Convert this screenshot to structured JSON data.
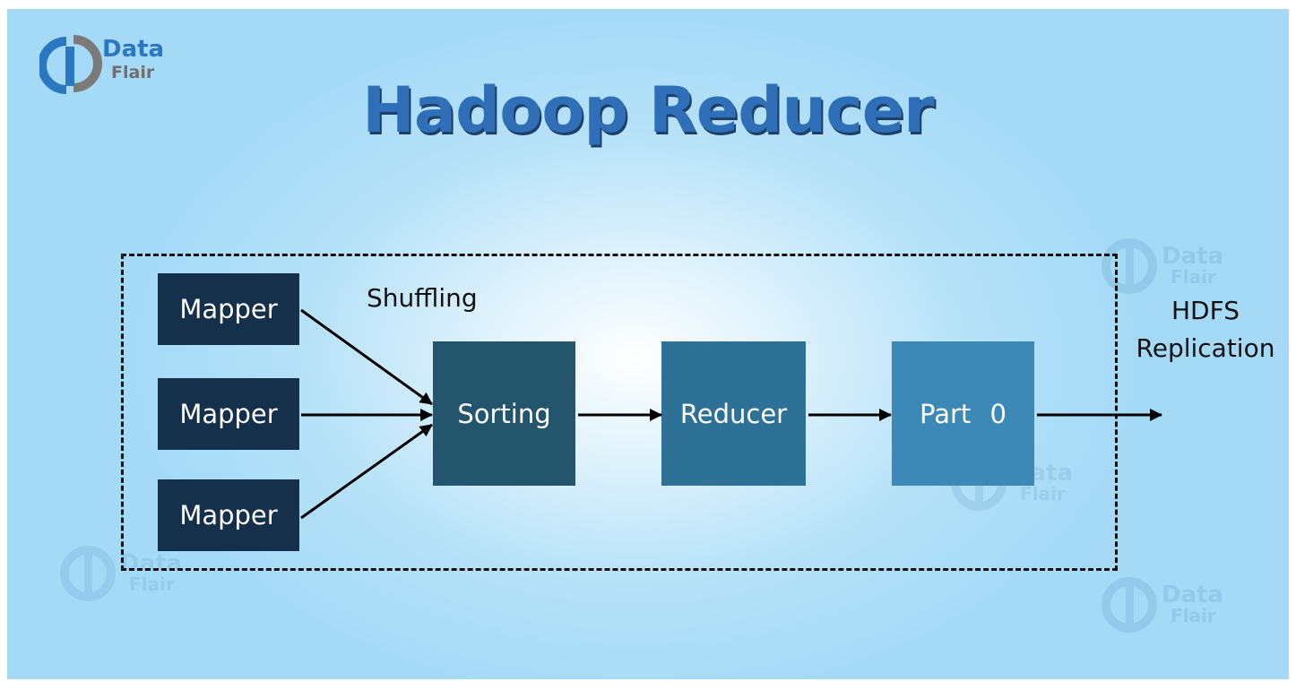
{
  "logo": {
    "line1": "Data",
    "line2": "Flair"
  },
  "title": "Hadoop Reducer",
  "diagram": {
    "mappers": [
      "Mapper",
      "Mapper",
      "Mapper"
    ],
    "shuffling_label": "Shuffling",
    "sorting_label": "Sorting",
    "reducer_label": "Reducer",
    "part_label": "Part 0",
    "output_label_line1": "HDFS",
    "output_label_line2": "Replication"
  },
  "colors": {
    "title": "#2e6fb7",
    "mapper_box": "#14304a",
    "sorting_box": "#23566c",
    "reducer_box": "#2e7196",
    "part_box": "#3c89b8",
    "background": "#a5daf7"
  }
}
